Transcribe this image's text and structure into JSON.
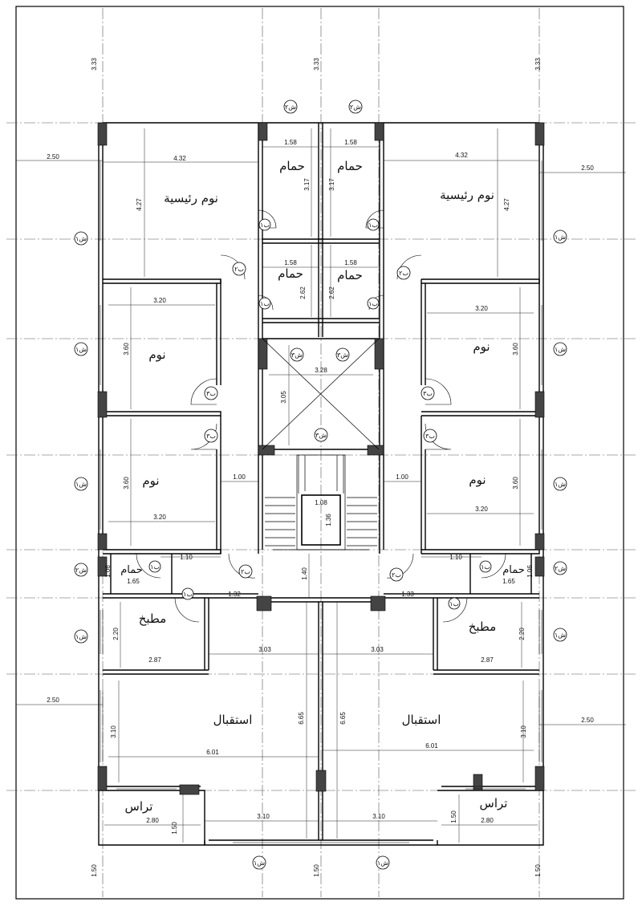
{
  "drawing": {
    "colors": {
      "ink": "#000000",
      "grid": "#666666",
      "column_fill": "#444444"
    },
    "rooms": [
      {
        "key": "master-left",
        "label": "نوم رئيسية"
      },
      {
        "key": "master-right",
        "label": "نوم رئيسية"
      },
      {
        "key": "bath-tl",
        "label": "حمام"
      },
      {
        "key": "bath-tr",
        "label": "حمام"
      },
      {
        "key": "bath-ml",
        "label": "حمام"
      },
      {
        "key": "bath-mr",
        "label": "حمام"
      },
      {
        "key": "bed1-left",
        "label": "نوم"
      },
      {
        "key": "bed1-right",
        "label": "نوم"
      },
      {
        "key": "bed2-left",
        "label": "نوم"
      },
      {
        "key": "bed2-right",
        "label": "نوم"
      },
      {
        "key": "wc-left",
        "label": "حمام"
      },
      {
        "key": "wc-right",
        "label": "حمام"
      },
      {
        "key": "kitchen-left",
        "label": "مطبخ"
      },
      {
        "key": "kitchen-right",
        "label": "مطبخ"
      },
      {
        "key": "reception-left",
        "label": "استقبال"
      },
      {
        "key": "reception-right",
        "label": "استقبال"
      },
      {
        "key": "terrace-left",
        "label": "تراس"
      },
      {
        "key": "terrace-right",
        "label": "تراس"
      }
    ],
    "dimensions": [
      "3.33",
      "3.33",
      "3.33",
      "2.50",
      "4.32",
      "4.27",
      "1.58",
      "3.17",
      "1.58",
      "3.17",
      "4.32",
      "4.27",
      "2.50",
      "1.58",
      "2.62",
      "1.58",
      "2.62",
      "3.20",
      "3.60",
      "3.20",
      "3.60",
      "3.28",
      "3.05",
      "3.60",
      "3.20",
      "1.00",
      "1.00",
      "3.60",
      "3.20",
      "1.08",
      "1.36",
      "1.10",
      "1.10",
      "1.06",
      "1.65",
      "1.06",
      "1.65",
      "1.40",
      "1.32",
      "1.33",
      "2.20",
      "2.87",
      "3.03",
      "3.03",
      "2.20",
      "2.87",
      "2.50",
      "6.65",
      "6.65",
      "2.50",
      "3.10",
      "6.01",
      "6.01",
      "3.10",
      "1.50",
      "2.80",
      "3.10",
      "3.10",
      "1.50",
      "2.80",
      "1.50",
      "1.50",
      "1.50"
    ],
    "tags": {
      "window_big": "ش١",
      "window_small": "ش٢",
      "window_stair": "ش٣",
      "door_bath": "ب١",
      "door_room": "ب٢",
      "door_room3": "ب٣"
    }
  }
}
